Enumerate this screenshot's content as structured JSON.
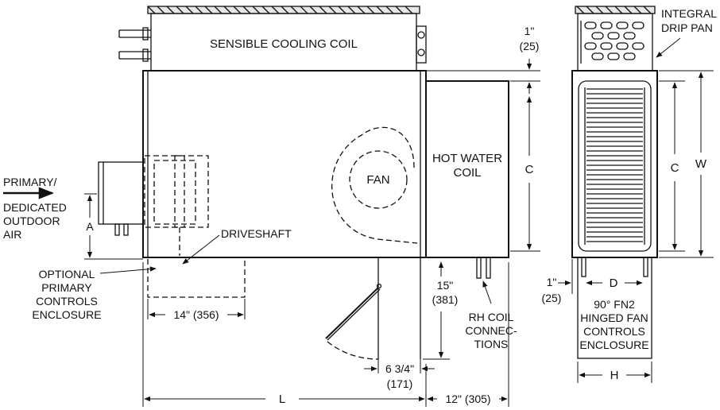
{
  "labels": {
    "sensible_coil": "SENSIBLE COOLING COIL",
    "hot_water_coil_1": "HOT WATER",
    "hot_water_coil_2": "COIL",
    "fan": "FAN",
    "primary_1": "PRIMARY/",
    "primary_2": "DEDICATED",
    "primary_3": "OUTDOOR",
    "primary_4": "AIR",
    "driveshaft": "DRIVESHAFT",
    "opt_1": "OPTIONAL",
    "opt_2": "PRIMARY",
    "opt_3": "CONTROLS",
    "opt_4": "ENCLOSURE",
    "integral_1": "INTEGRAL",
    "integral_2": "DRIP PAN",
    "rh_1": "RH COIL",
    "rh_2": "CONNEC-",
    "rh_3": "TIONS",
    "fn2_1": "90° FN2",
    "fn2_2": "HINGED FAN",
    "fn2_3": "CONTROLS",
    "fn2_4": "ENCLOSURE"
  },
  "dimensions": {
    "a": "A",
    "c_main": "C",
    "c_side": "C",
    "w": "W",
    "d": "D",
    "h": "H",
    "l": "L",
    "top_1in": "1\"",
    "top_25": "(25)",
    "side_1in": "1\"",
    "side_25": "(25)",
    "d14": "14\" (356)",
    "d15": "15\"",
    "d381": "(381)",
    "d6_34": "6 3/4\"",
    "d171": "(171)",
    "d12": "12\" (305)"
  }
}
